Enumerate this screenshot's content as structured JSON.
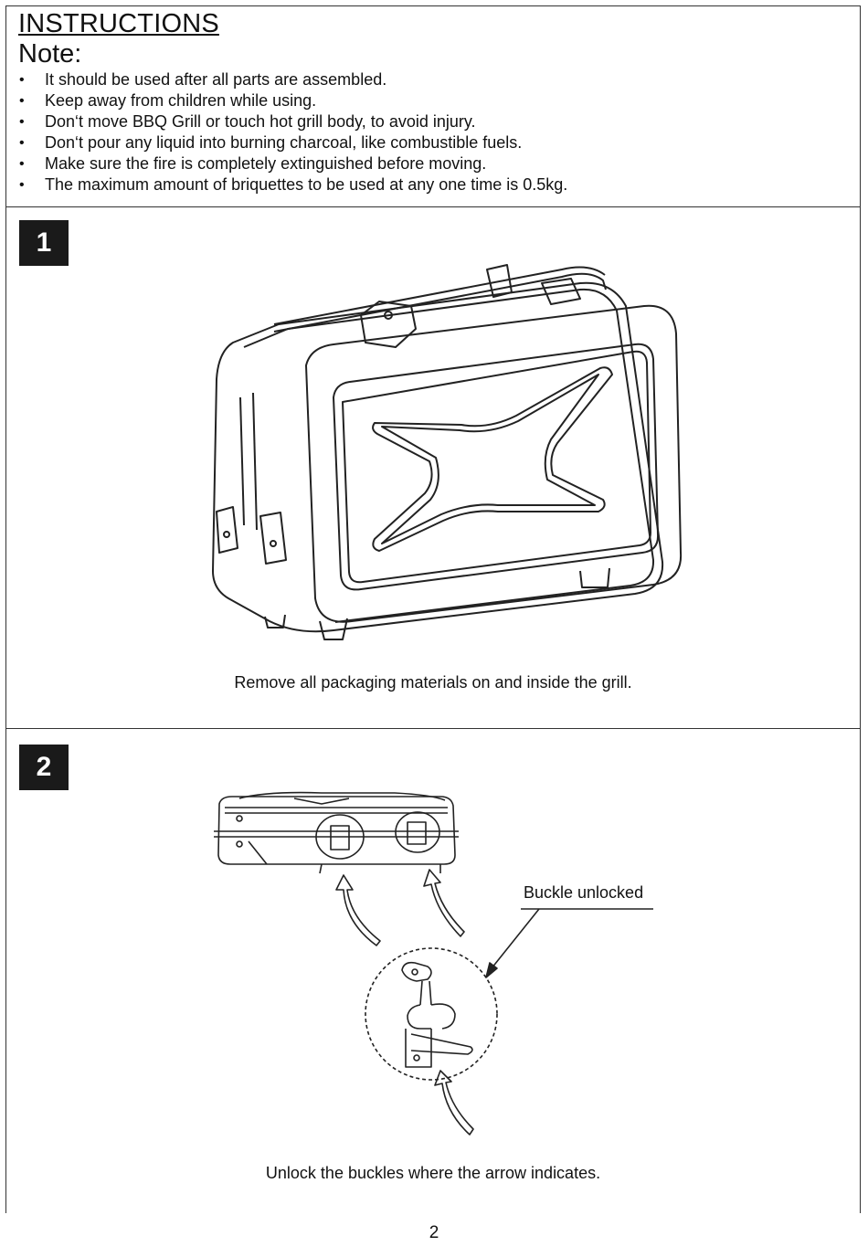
{
  "header": {
    "title": "INSTRUCTIONS",
    "note_label": "Note:"
  },
  "notes": [
    "It should be used after all parts are assembled.",
    "Keep away from children while using.",
    "Don‘t move BBQ Grill or touch hot grill body, to avoid injury.",
    "Don‘t pour any liquid into burning charcoal, like combustible fuels.",
    "Make sure the fire is completely extinguished before moving.",
    "The maximum amount of briquettes to be used at any one time is 0.5kg."
  ],
  "steps": [
    {
      "number": "1",
      "caption": "Remove all packaging materials on and inside the grill."
    },
    {
      "number": "2",
      "caption": "Unlock the buckles where the arrow indicates.",
      "callout": "Buckle unlocked"
    }
  ],
  "page_number": "2"
}
